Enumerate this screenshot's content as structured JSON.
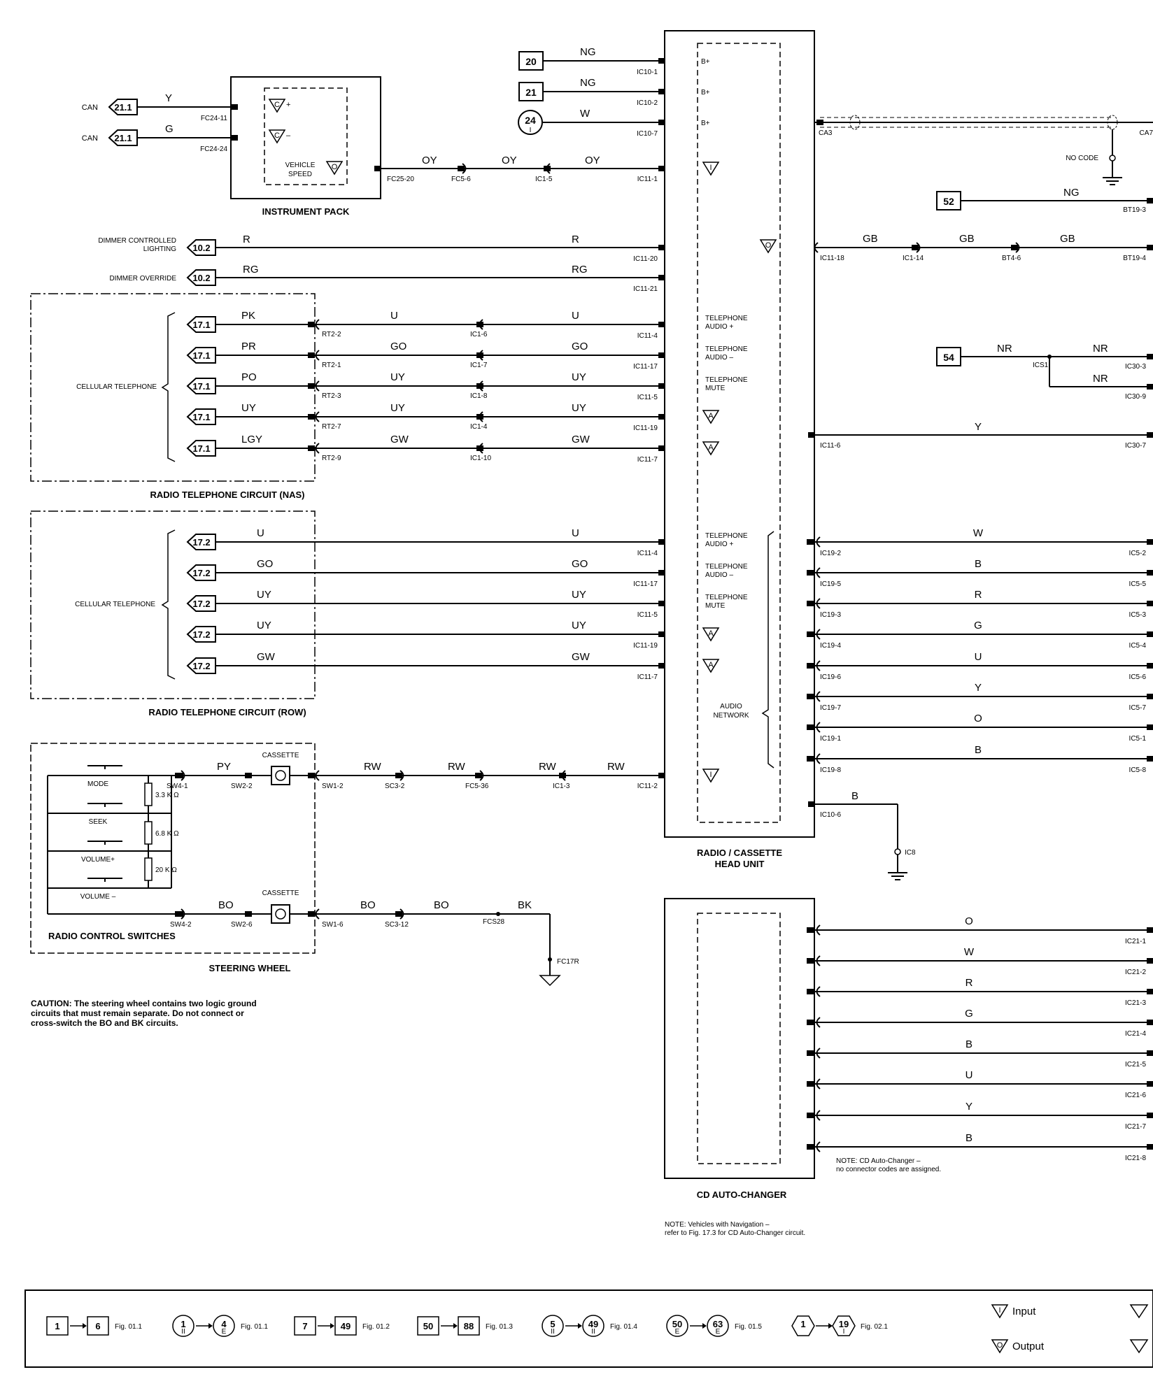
{
  "head_unit": {
    "title_lines": [
      "RADIO / CASSETTE",
      "HEAD UNIT"
    ],
    "power_pins": [
      {
        "ref": "20",
        "wire": "NG",
        "conn": "IC10-1",
        "label": "B+"
      },
      {
        "ref": "21",
        "wire": "NG",
        "conn": "IC10-2",
        "label": "B+"
      },
      {
        "ref": "24",
        "ref_sub": "I",
        "wire": "W",
        "conn": "IC10-7",
        "label": "B+"
      }
    ],
    "speed_in": {
      "conn": "IC11-1"
    },
    "dimmer": [
      {
        "label_lines": [
          "DIMMER CONTROLLED",
          "LIGHTING"
        ],
        "ref": "10.2",
        "wire": "R",
        "conn": "IC11-20"
      },
      {
        "label_lines": [
          "DIMMER OVERRIDE"
        ],
        "ref": "10.2",
        "wire": "RG",
        "conn": "IC11-21"
      }
    ],
    "pin_labels": {
      "tel_audio_plus": [
        "TELEPHONE",
        "AUDIO +"
      ],
      "tel_audio_minus": [
        "TELEPHONE",
        "AUDIO –"
      ],
      "tel_mute": [
        "TELEPHONE",
        "MUTE"
      ],
      "audio_network": [
        "AUDIO",
        "NETWORK"
      ],
      "input_marker": "I",
      "output_marker": "O",
      "a_marker": "A"
    },
    "ground": {
      "conn": "IC10-6",
      "wire": "B",
      "point": "IC8"
    }
  },
  "instrument_pack": {
    "title": "INSTRUMENT PACK",
    "can": [
      {
        "label": "CAN",
        "ref": "21.1",
        "wire": "Y",
        "conn": "FC24-11",
        "pin": "C",
        "pol": "+"
      },
      {
        "label": "CAN",
        "ref": "21.1",
        "wire": "G",
        "conn": "FC24-24",
        "pin": "C",
        "pol": "–"
      }
    ],
    "speed_label_lines": [
      "VEHICLE",
      "SPEED"
    ],
    "speed_pin": "O",
    "speed_chain": {
      "wire1": "OY",
      "wire2": "OY",
      "wire3": "OY",
      "c1": "FC25-20",
      "c2": "FC5-6",
      "c3": "IC1-5"
    }
  },
  "tel_nas": {
    "title": "RADIO TELEPHONE CIRCUIT (NAS)",
    "device": "CELLULAR TELEPHONE",
    "rows": [
      {
        "ref": "17.1",
        "w1": "PK",
        "c1": "RT2-2",
        "w2": "U",
        "c2": "IC1-6",
        "w3": "U",
        "c3": "IC11-4"
      },
      {
        "ref": "17.1",
        "w1": "PR",
        "c1": "RT2-1",
        "w2": "GO",
        "c2": "IC1-7",
        "w3": "GO",
        "c3": "IC11-17"
      },
      {
        "ref": "17.1",
        "w1": "PO",
        "c1": "RT2-3",
        "w2": "UY",
        "c2": "IC1-8",
        "w3": "UY",
        "c3": "IC11-5"
      },
      {
        "ref": "17.1",
        "w1": "UY",
        "c1": "RT2-7",
        "w2": "UY",
        "c2": "IC1-4",
        "w3": "UY",
        "c3": "IC11-19"
      },
      {
        "ref": "17.1",
        "w1": "LGY",
        "c1": "RT2-9",
        "w2": "GW",
        "c2": "IC1-10",
        "w3": "GW",
        "c3": "IC11-7"
      }
    ]
  },
  "tel_row": {
    "title": "RADIO TELEPHONE CIRCUIT (ROW)",
    "device": "CELLULAR TELEPHONE",
    "rows": [
      {
        "ref": "17.2",
        "w1": "U",
        "w2": "U",
        "c": "IC11-4"
      },
      {
        "ref": "17.2",
        "w1": "GO",
        "w2": "GO",
        "c": "IC11-17"
      },
      {
        "ref": "17.2",
        "w1": "UY",
        "w2": "UY",
        "c": "IC11-5"
      },
      {
        "ref": "17.2",
        "w1": "UY",
        "w2": "UY",
        "c": "IC11-19"
      },
      {
        "ref": "17.2",
        "w1": "GW",
        "w2": "GW",
        "c": "IC11-7"
      }
    ]
  },
  "steering": {
    "title": "STEERING WHEEL",
    "switches_title": "RADIO CONTROL SWITCHES",
    "buttons": [
      "MODE",
      "SEEK",
      "VOLUME+",
      "VOLUME –"
    ],
    "resistors": [
      "3.3 K Ω",
      "6.8 K Ω",
      "20 K Ω"
    ],
    "cassette": "CASSETTE",
    "sig": {
      "w1": "PY",
      "c1": "SW4-1",
      "c2": "SW2-2",
      "c3": "SW1-2",
      "w2": "RW",
      "c4": "SC3-2",
      "w3": "RW",
      "c5": "FC5-36",
      "w4": "RW",
      "c6": "IC1-3",
      "w5": "RW",
      "c7": "IC11-2"
    },
    "gnd": {
      "w1": "BO",
      "c1": "SW4-2",
      "c2": "SW2-6",
      "c3": "SW1-6",
      "w2": "BO",
      "c4": "SC3-12",
      "w3": "BO",
      "c5": "FCS28",
      "w4": "BK",
      "gpoint": "FC17R"
    }
  },
  "caution_lines": [
    "CAUTION: The steering wheel contains two logic ground",
    "circuits that must remain separate.  Do not connect or",
    "cross-switch the BO and BK circuits."
  ],
  "right_side": {
    "shield": {
      "c1": "CA3",
      "c2": "CA7",
      "no_code": "NO CODE"
    },
    "nav": {
      "ref": "52",
      "wire": "NG",
      "conn": "BT19-3"
    },
    "out": {
      "c1": "IC11-18",
      "w1": "GB",
      "c2": "IC1-14",
      "w2": "GB",
      "c3": "BT4-6",
      "w3": "GB",
      "c4": "BT19-4"
    },
    "amp": {
      "ref": "54",
      "wire": "NR",
      "splice": "ICS1",
      "c1": "IC30-3",
      "wire2": "NR",
      "c2": "IC30-9"
    },
    "y_link": {
      "c1": "IC11-6",
      "wire": "Y",
      "c2": "IC30-7"
    },
    "network": [
      {
        "left": "IC19-2",
        "wire": "W",
        "right": "IC5-2"
      },
      {
        "left": "IC19-5",
        "wire": "B",
        "right": "IC5-5"
      },
      {
        "left": "IC19-3",
        "wire": "R",
        "right": "IC5-3"
      },
      {
        "left": "IC19-4",
        "wire": "G",
        "right": "IC5-4"
      },
      {
        "left": "IC19-6",
        "wire": "U",
        "right": "IC5-6"
      },
      {
        "left": "IC19-7",
        "wire": "Y",
        "right": "IC5-7"
      },
      {
        "left": "IC19-1",
        "wire": "O",
        "right": "IC5-1"
      },
      {
        "left": "IC19-8",
        "wire": "B",
        "right": "IC5-8"
      }
    ]
  },
  "cd_changer": {
    "title": "CD AUTO-CHANGER",
    "rows": [
      {
        "wire": "O",
        "conn": "IC21-1"
      },
      {
        "wire": "W",
        "conn": "IC21-2"
      },
      {
        "wire": "R",
        "conn": "IC21-3"
      },
      {
        "wire": "G",
        "conn": "IC21-4"
      },
      {
        "wire": "B",
        "conn": "IC21-5"
      },
      {
        "wire": "U",
        "conn": "IC21-6"
      },
      {
        "wire": "Y",
        "conn": "IC21-7"
      },
      {
        "wire": "B",
        "conn": "IC21-8"
      }
    ],
    "note_lines": [
      "NOTE: CD Auto-Changer –",
      "no connector codes are assigned."
    ]
  },
  "nav_note_lines": [
    "NOTE: Vehicles with Navigation –",
    "refer to Fig. 17.3 for CD Auto-Changer circuit."
  ],
  "legend": {
    "refs": [
      {
        "a": "1",
        "b": "6",
        "shape": "square",
        "fig": "Fig. 01.1"
      },
      {
        "a": "1",
        "as": "II",
        "b": "4",
        "bs": "E",
        "shape": "circle",
        "fig": "Fig. 01.1"
      },
      {
        "a": "7",
        "b": "49",
        "shape": "square",
        "fig": "Fig. 01.2"
      },
      {
        "a": "50",
        "b": "88",
        "shape": "square",
        "fig": "Fig. 01.3"
      },
      {
        "a": "5",
        "as": "II",
        "b": "49",
        "bs": "II",
        "shape": "circle",
        "fig": "Fig. 01.4"
      },
      {
        "a": "50",
        "as": "E",
        "b": "63",
        "bs": "E",
        "shape": "circle",
        "fig": "Fig. 01.5"
      },
      {
        "a": "1",
        "b": "19",
        "bs": "I",
        "shape": "hex",
        "fig": "Fig. 02.1"
      }
    ],
    "input": {
      "sym": "I",
      "label": "Input"
    },
    "output": {
      "sym": "O",
      "label": "Output"
    }
  }
}
